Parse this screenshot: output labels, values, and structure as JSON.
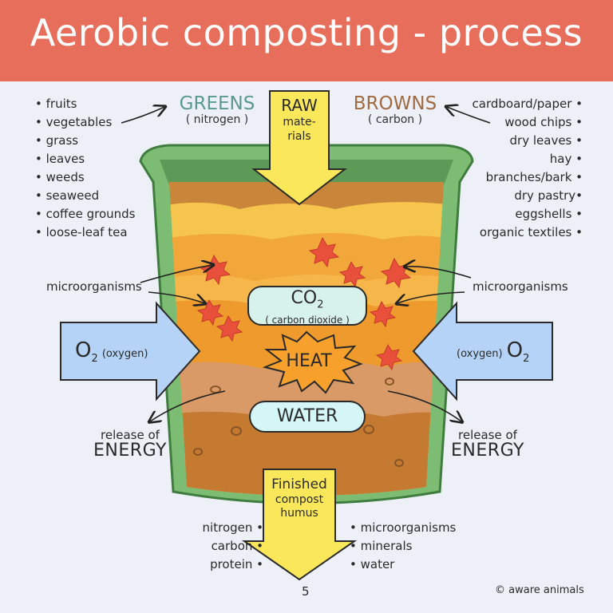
{
  "title": "Aerobic composting - process",
  "greens": {
    "label": "GREENS",
    "sub": "( nitrogen )",
    "items": [
      "• fruits",
      "• vegetables",
      "• grass",
      "• leaves",
      "• weeds",
      "• seaweed",
      "• coffee grounds",
      "• loose-leaf tea"
    ]
  },
  "browns": {
    "label": "BROWNS",
    "sub": "( carbon )",
    "items": [
      "cardboard/paper •",
      "wood chips •",
      "dry leaves •",
      "hay •",
      "branches/bark •",
      "dry pastry•",
      "eggshells •",
      "organic textiles •"
    ]
  },
  "raw": {
    "line1": "RAW",
    "line2": "mate-",
    "line3": "rials"
  },
  "microorganisms_left": "microorganisms",
  "microorganisms_right": "microorganisms",
  "co2": {
    "formula": "CO",
    "subscript": "2",
    "name": "( carbon dioxide )"
  },
  "heat": "HEAT",
  "water": "WATER",
  "oxygen_left": {
    "formula": "O",
    "subscript": "2",
    "name": "(oxygen)"
  },
  "oxygen_right": {
    "formula": "O",
    "subscript": "2",
    "name": "(oxygen)"
  },
  "energy_left": {
    "line1": "release of",
    "line2": "ENERGY"
  },
  "energy_right": {
    "line1": "release of",
    "line2": "ENERGY"
  },
  "finished": {
    "line1": "Finished",
    "line2": "compost",
    "line3": "humus"
  },
  "outputs_left": [
    "nitrogen •",
    "carbon •",
    "protein •"
  ],
  "outputs_right": [
    "• microorganisms",
    "• minerals",
    "• water"
  ],
  "page_number": "5",
  "credit": "© aware animals",
  "colors": {
    "header": "#e86e5c",
    "greens": "#5a9a8e",
    "browns": "#a06a42",
    "arrow": "#fbe75a",
    "oxygen": "#b4d3f6",
    "bin": "#6fb06a"
  }
}
